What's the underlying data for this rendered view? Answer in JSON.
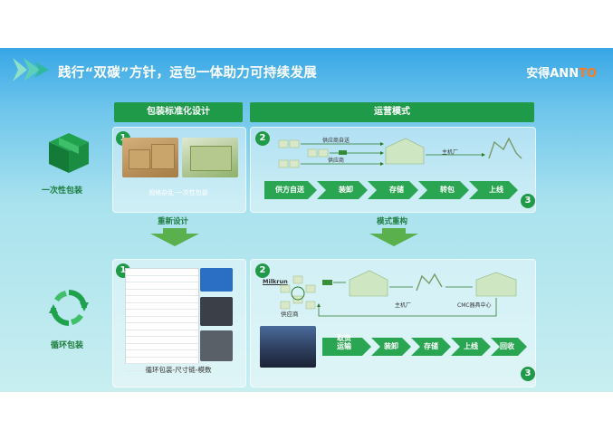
{
  "header": {
    "title": "践行“双碳”方针，运包一体助力可持续发展",
    "brand_main": "安得ANN",
    "brand_accent": "TO"
  },
  "left": {
    "top_header": "包装标准化设计",
    "top_caption": "规格杂乱-一次性包装",
    "redesign_label": "重新设计",
    "bottom_caption": "循环包装-尺寸链-模数"
  },
  "right": {
    "top_header": "运营模式",
    "top_flow_labels": {
      "supplier_delivery": "供应商自送",
      "supplier": "供应商",
      "oem": "主机厂"
    },
    "top_steps": [
      "供方自送",
      "装卸",
      "存储",
      "转包",
      "上线"
    ],
    "restructure_label": "模式重构",
    "bottom_flow_labels": {
      "milkrun": "Milkrun",
      "supplier": "供应商",
      "oem": "主机厂",
      "cmc": "CMC器具中心"
    },
    "bottom_steps": [
      "取货运输",
      "装卸",
      "存储",
      "上线",
      "回收"
    ]
  },
  "side": {
    "disposable": "一次性包装",
    "recyclable": "循环包装"
  },
  "badges": {
    "one": "1",
    "two": "2",
    "three": "3"
  },
  "colors": {
    "green": "#1e9a49",
    "chevron_green": "#2aa552",
    "sky": "#37a6e6",
    "accent": "#ff7a1a"
  }
}
